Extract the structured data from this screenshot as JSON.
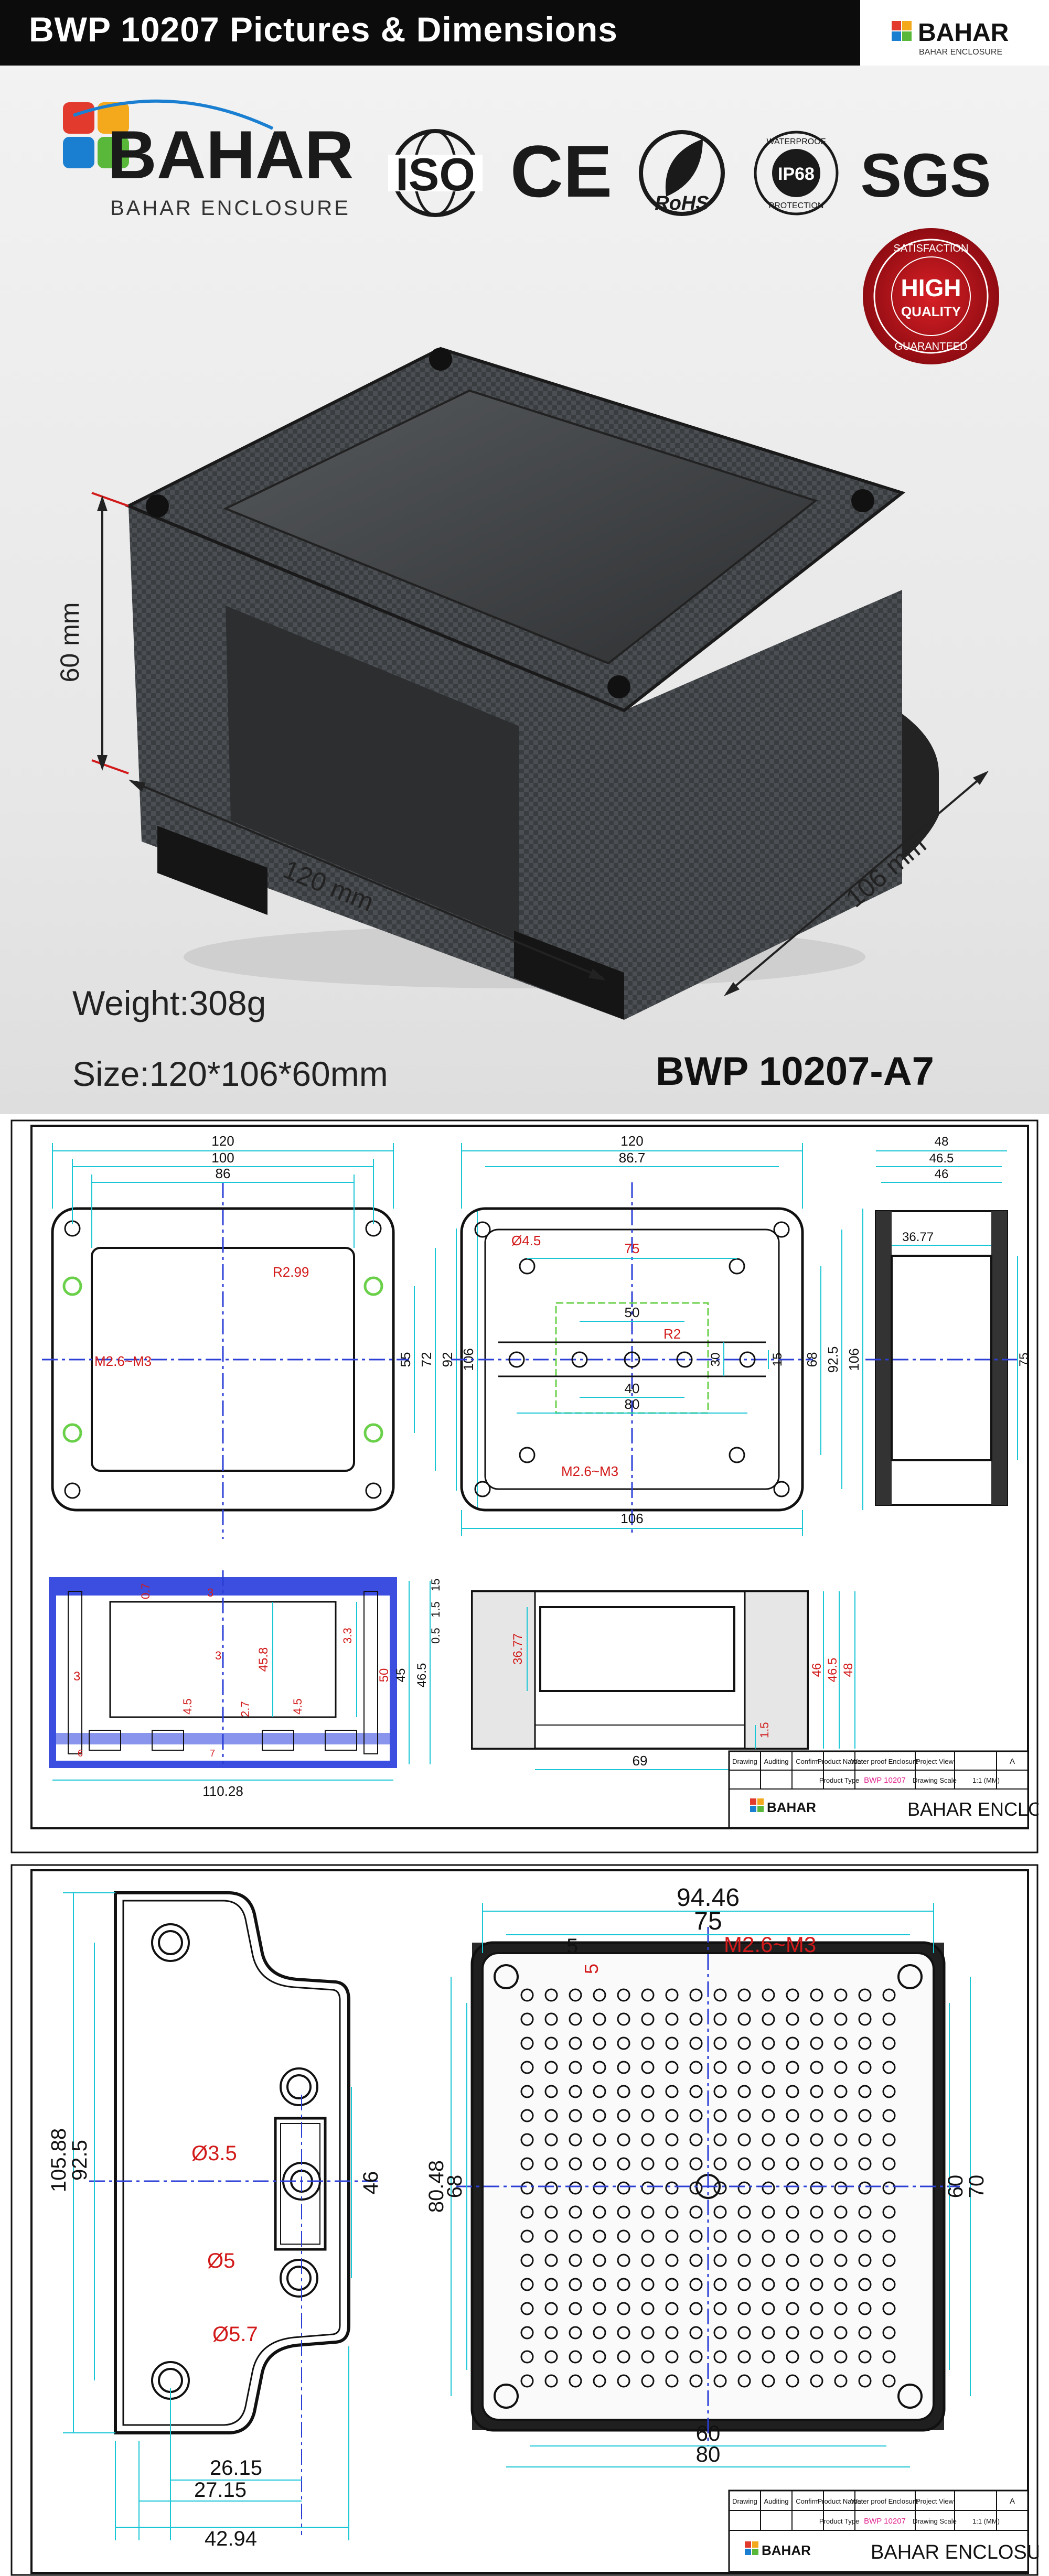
{
  "header": {
    "title": "BWP 10207  Pictures & Dimensions",
    "logo_brand": "BAHAR",
    "logo_sub": "BAHAR ENCLOSURE"
  },
  "hero": {
    "brand": "BAHAR",
    "brand_sub": "BAHAR ENCLOSURE",
    "certs": {
      "iso": "ISO",
      "ce": "CE",
      "rohs": "RoHS",
      "ip_top": "WATERPROOF",
      "ip": "IP68",
      "ip_bottom": "PROTECTION",
      "sgs": "SGS"
    },
    "badge": {
      "top": "SATISFACTION",
      "line1": "HIGH",
      "line2": "QUALITY",
      "bottom": "GUARANTEED"
    },
    "dims": {
      "height": "60 mm",
      "length": "120 mm",
      "width": "106 mm"
    },
    "weight": "Weight:308g",
    "size": "Size:120*106*60mm",
    "model": "BWP 10207-A7"
  },
  "drawing1": {
    "top_view": {
      "w1": "120",
      "w2": "100",
      "w3": "86",
      "r": "R2.99",
      "screw": "M2.6~M3",
      "h1": "55",
      "h2": "72",
      "h3": "92",
      "h4": "106"
    },
    "inner_view": {
      "w1": "120",
      "w2": "86.7",
      "hole": "Ø4.5",
      "d75": "75",
      "d50": "50",
      "r2": "R2",
      "d40": "40",
      "d80": "80",
      "d30": "30",
      "d15": "15",
      "screw": "M2.6~M3",
      "h68": "68",
      "h925": "92.5",
      "h106": "106",
      "bottom": "106"
    },
    "side_view": {
      "w48": "48",
      "w465": "46.5",
      "w46": "46",
      "w3677": "36.77",
      "h75": "75"
    },
    "section_view": {
      "d07": "0.7",
      "d3a": "3",
      "d33": "3.3",
      "d458": "45.8",
      "d3b": "3",
      "d3c": "3",
      "d45a": "4.5",
      "d27": "2.7",
      "d45b": "4.5",
      "d50": "50",
      "d15": "15",
      "d15b": "1.5",
      "d05": "0.5",
      "h45": "45",
      "h465": "46.5",
      "bottom": "110.28",
      "d6": "6",
      "d7": "7"
    },
    "front_view": {
      "d3677": "36.77",
      "d69": "69",
      "d15": "1.5",
      "h46": "46",
      "h465": "46.5",
      "h48": "48"
    },
    "title_block": {
      "drawing": "Drawing",
      "auditing": "Auditing",
      "confirm": "Confirm",
      "product_name_label": "Product Name",
      "product_name": "Water proof Enclosure",
      "project_view": "Project View",
      "project_view_val": "A",
      "product_type_label": "Product Type",
      "product_type": "BWP 10207",
      "drawing_scale_label": "Drawing Scale",
      "drawing_scale": "1:1 (MM)",
      "company": "BAHAR  ENCLOSURE",
      "logo": "BAHAR"
    }
  },
  "drawing2": {
    "bracket": {
      "h10588": "105.88",
      "h925": "92.5",
      "d35": "Ø3.5",
      "d5": "Ø5",
      "d57": "Ø5.7",
      "h46": "46",
      "w2615": "26.15",
      "w2715": "27.15",
      "w4294": "42.94"
    },
    "bottom_view": {
      "w9446": "94.46",
      "w75": "75",
      "d5a": "5",
      "d5b": "5",
      "screw": "M2.6~M3",
      "h8048": "80.48",
      "h68": "68",
      "h60": "60",
      "h70": "70",
      "w60": "60",
      "w80": "80"
    },
    "title_block": {
      "drawing": "Drawing",
      "auditing": "Auditing",
      "confirm": "Confirm",
      "product_name_label": "Product Name",
      "product_name": "Water proof Enclosure",
      "project_view": "Project View",
      "project_view_val": "A",
      "product_type_label": "Product Type",
      "product_type": "BWP 10207",
      "drawing_scale_label": "Drawing Scale",
      "drawing_scale": "1:1 (MM)",
      "company": "BAHAR  ENCLOSURE",
      "logo": "BAHAR"
    }
  },
  "colors": {
    "dim_line": "#19c6d6",
    "center_line": "#2b3fd6",
    "label_red": "#d21a1a",
    "accent_green": "#6ad04a",
    "section_blue": "#3b4ee0"
  }
}
